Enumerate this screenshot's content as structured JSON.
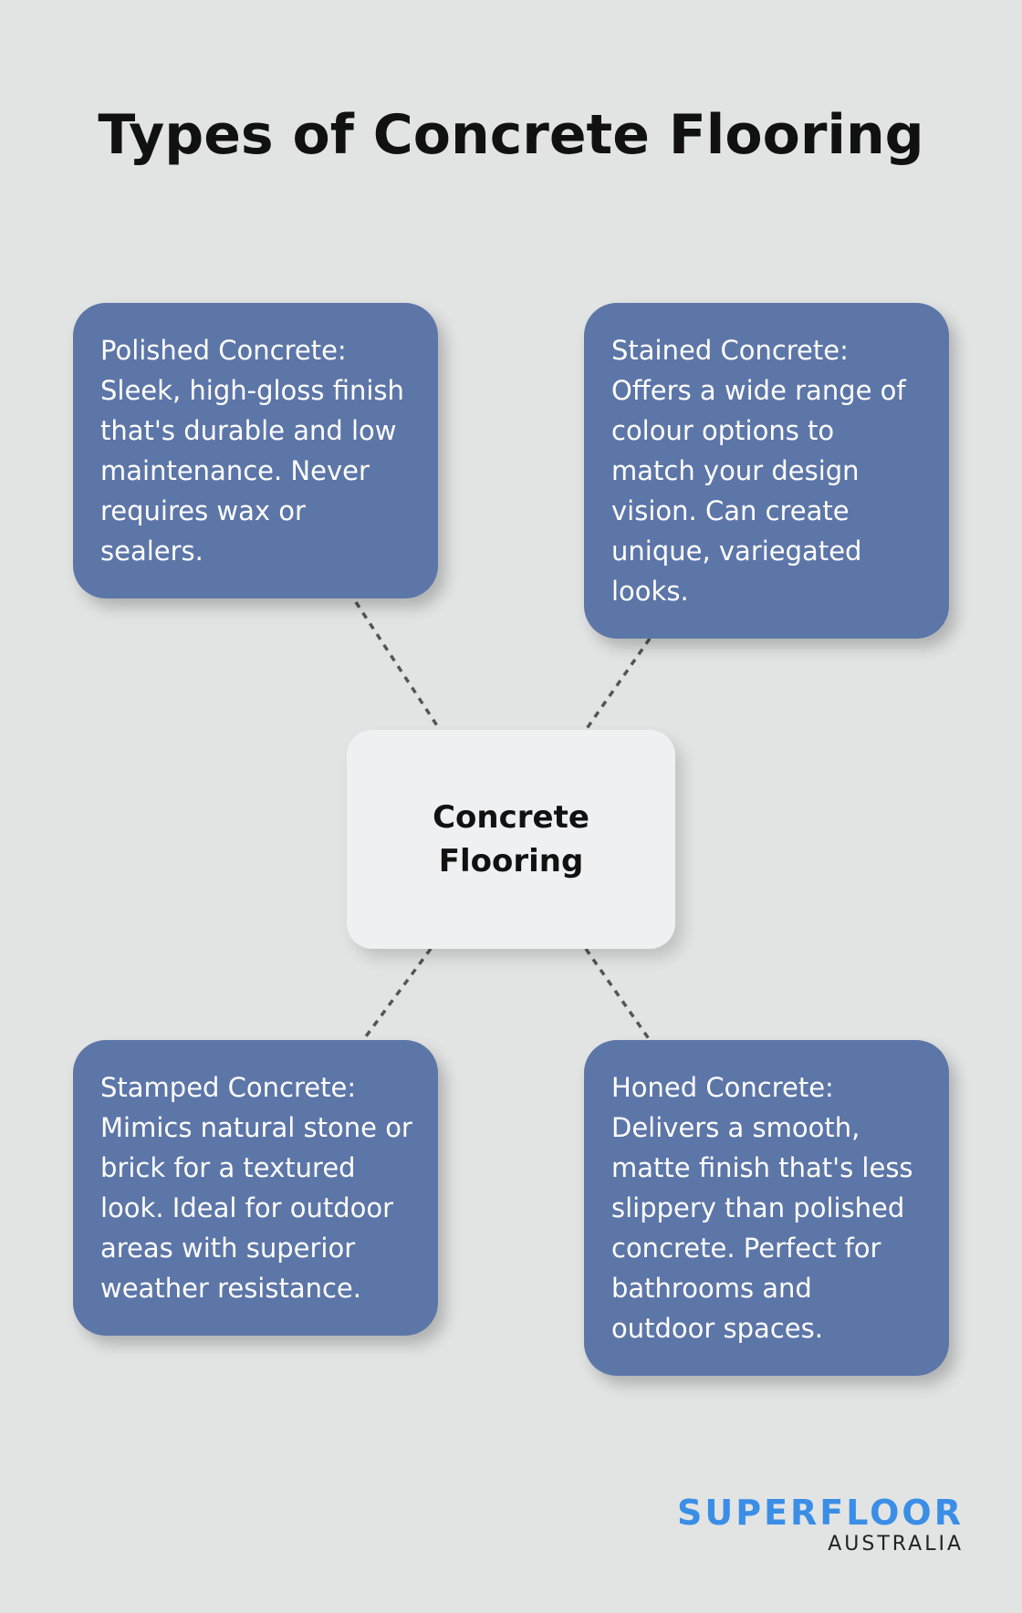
{
  "title": "Types of Concrete Flooring",
  "center": {
    "label": "Concrete Flooring"
  },
  "cards": [
    {
      "position": "top-left",
      "text": "Polished Concrete: Sleek, high-gloss finish that's durable and low maintenance. Never requires wax or sealers."
    },
    {
      "position": "top-right",
      "text": "Stained Concrete: Offers a wide range of colour options to match your design vision. Can create unique, variegated looks."
    },
    {
      "position": "bottom-left",
      "text": "Stamped Concrete: Mimics natural stone or brick for a textured look. Ideal for outdoor areas with superior weather resistance."
    },
    {
      "position": "bottom-right",
      "text": "Honed Concrete: Delivers a smooth, matte finish that's less slippery than polished concrete. Perfect for bathrooms and outdoor spaces."
    }
  ],
  "logo": {
    "name": "SUPERFLOOR",
    "tagline": "AUSTRALIA"
  },
  "colors": {
    "background": "#e2e4e4",
    "card": "#5d76a8",
    "center_node": "#eff0f2",
    "connector": "#555555",
    "logo_accent": "#3a8ee6"
  }
}
